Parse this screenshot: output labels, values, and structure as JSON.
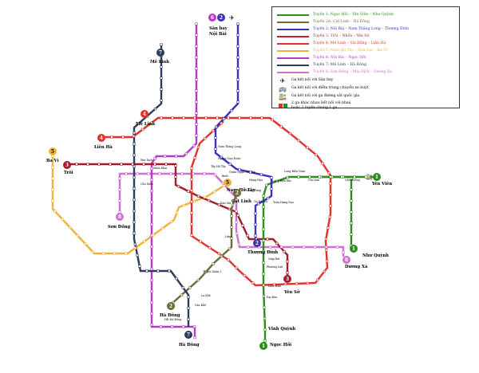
{
  "colors": {
    "l1": "#2e8b1e",
    "l2a": "#6b6b3a",
    "l2": "#3a32b8",
    "l3": "#c0202a",
    "l4": "#e0322a",
    "l5": "#f2b23a",
    "l6": "#b838c8",
    "l7": "#2e3a5c",
    "l8": "#d06fcf"
  },
  "legend": {
    "lines": [
      {
        "key": "l1",
        "label": "Tuyến 1: Ngọc Hồi – Yên Viên – Như Quỳnh"
      },
      {
        "key": "l2a",
        "label": "Tuyến 2A: Cát Linh – Hà Đông"
      },
      {
        "key": "l2",
        "label": "Tuyến 2: Nội Bài – Nam Thăng Long – Thượng Đình"
      },
      {
        "key": "l3",
        "label": "Tuyến 3: Trôi – Nhổn – Yên Sở"
      },
      {
        "key": "l4",
        "label": "Tuyến 4: Mê Linh – Sài Đồng – Liên Hà"
      },
      {
        "key": "l5",
        "label": "Tuyến 5: Nam Hồ Tây – Hòa Lạc – Ba Vì"
      },
      {
        "key": "l6",
        "label": "Tuyến 6: Nội Bài – Ngọc Hồi"
      },
      {
        "key": "l7",
        "label": "Tuyến 7: Mê Linh – Hà Đông"
      },
      {
        "key": "l8",
        "label": "Tuyến 8: Sơn Đồng – Mai Dịch – Dương Xá"
      }
    ],
    "symbols": [
      {
        "icon": "airplane",
        "label": "Ga kết nối với Sân bay"
      },
      {
        "icon": "bus",
        "label": "Ga kết nối với điểm trung chuyển xe buýt"
      },
      {
        "icon": "rail",
        "label": "Ga kết nối với ga đường sắt quốc gia"
      },
      {
        "icon": "transfer",
        "label": "2 ga khác nhau kết nối với nhau",
        "label2": "hoặc 2 tuyến chung 1 ga"
      }
    ]
  },
  "terminals": {
    "san_bay": "Sân bay",
    "noi_bai": "Nội Bài",
    "me_linh_7": "Mê Linh",
    "me_linh_4": "Mê Linh",
    "lien_ha": "Liên Hà",
    "ba_vi": "Ba Vì",
    "troi": "Trôi",
    "son_dong": "Sơn Đồng",
    "nam_ho_tay": "Nam Hồ Tây",
    "cat_linh": "Cát Linh",
    "thuong_dinh": "Thượng Đình",
    "yen_so": "Yên Sở",
    "ha_dong_2a": "Hà Đông",
    "ha_dong_7": "Hà Đông",
    "vinh_quynh": "Vĩnh Quỳnh",
    "ngoc_hoi": "Ngọc Hồi",
    "yen_vien": "Yên Viên",
    "nhu_quynh": "Như Quỳnh",
    "duong_xa": "Dương Xá"
  },
  "badges": {
    "b1": "1",
    "b2": "2",
    "b2a": "2",
    "b3": "3",
    "b4": "4",
    "b5": "5",
    "b6": "6",
    "b7": "7",
    "b8": "8"
  },
  "stations": {
    "nam_thang_long": "Nam Thăng Long",
    "ngoai_giao_doan": "Ngoại Giao Đoàn",
    "tay_ho_tay": "Tây Hồ Tây",
    "buoi": "Bưởi",
    "quan_ngua": "Quần Ngựa",
    "ho_tay": "Hồ Tây",
    "long_bien_nam": "Long Biên Nam",
    "gia_lam": "Gia Lâm",
    "cau_duong": "Cầu Đuống",
    "phung_hung": "Phùng Hưng",
    "hang_dau": "Hàng Đậu",
    "long_bien_bac": "Long Biên Bắc",
    "ga_ha_noi": "Ga Hà Nội",
    "tran_hung_dao": "Trần Hưng Đạo",
    "kim_ma": "Kim Mã",
    "lang": "Láng",
    "thanh_xuan_3": "Thanh Xuân 3",
    "hd_ha_dong": "HĐ Hà Đông",
    "van_khe": "Văn Khê",
    "la_khe": "La Khê",
    "dai_kim": "Đại Kim",
    "phuong_liet": "Phương Liệt",
    "giap_bat": "Giáp Bát",
    "linh_dam": "Linh Đàm",
    "mai_dich": "Mai Dịch",
    "cau_dien": "Cầu Diễn",
    "minh_khai": "Minh Khai"
  }
}
